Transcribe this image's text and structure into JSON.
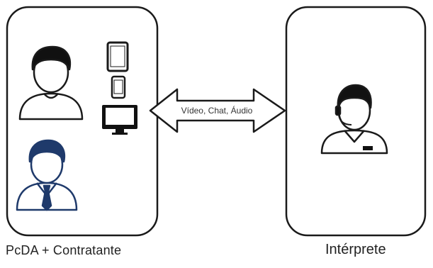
{
  "diagram": {
    "left_panel_label": "PcDA + Contratante",
    "right_panel_label": "Intérprete",
    "connector_label": "Vídeo, Chat, Áudio"
  },
  "colors": {
    "outline": "#1a1a1a",
    "contractor_blue": "#1f3a6b",
    "background": "#ffffff"
  },
  "icons": [
    "user-icon",
    "tablet-icon",
    "smartphone-icon",
    "desktop-monitor-icon",
    "contractor-icon",
    "interpreter-headset-icon"
  ]
}
